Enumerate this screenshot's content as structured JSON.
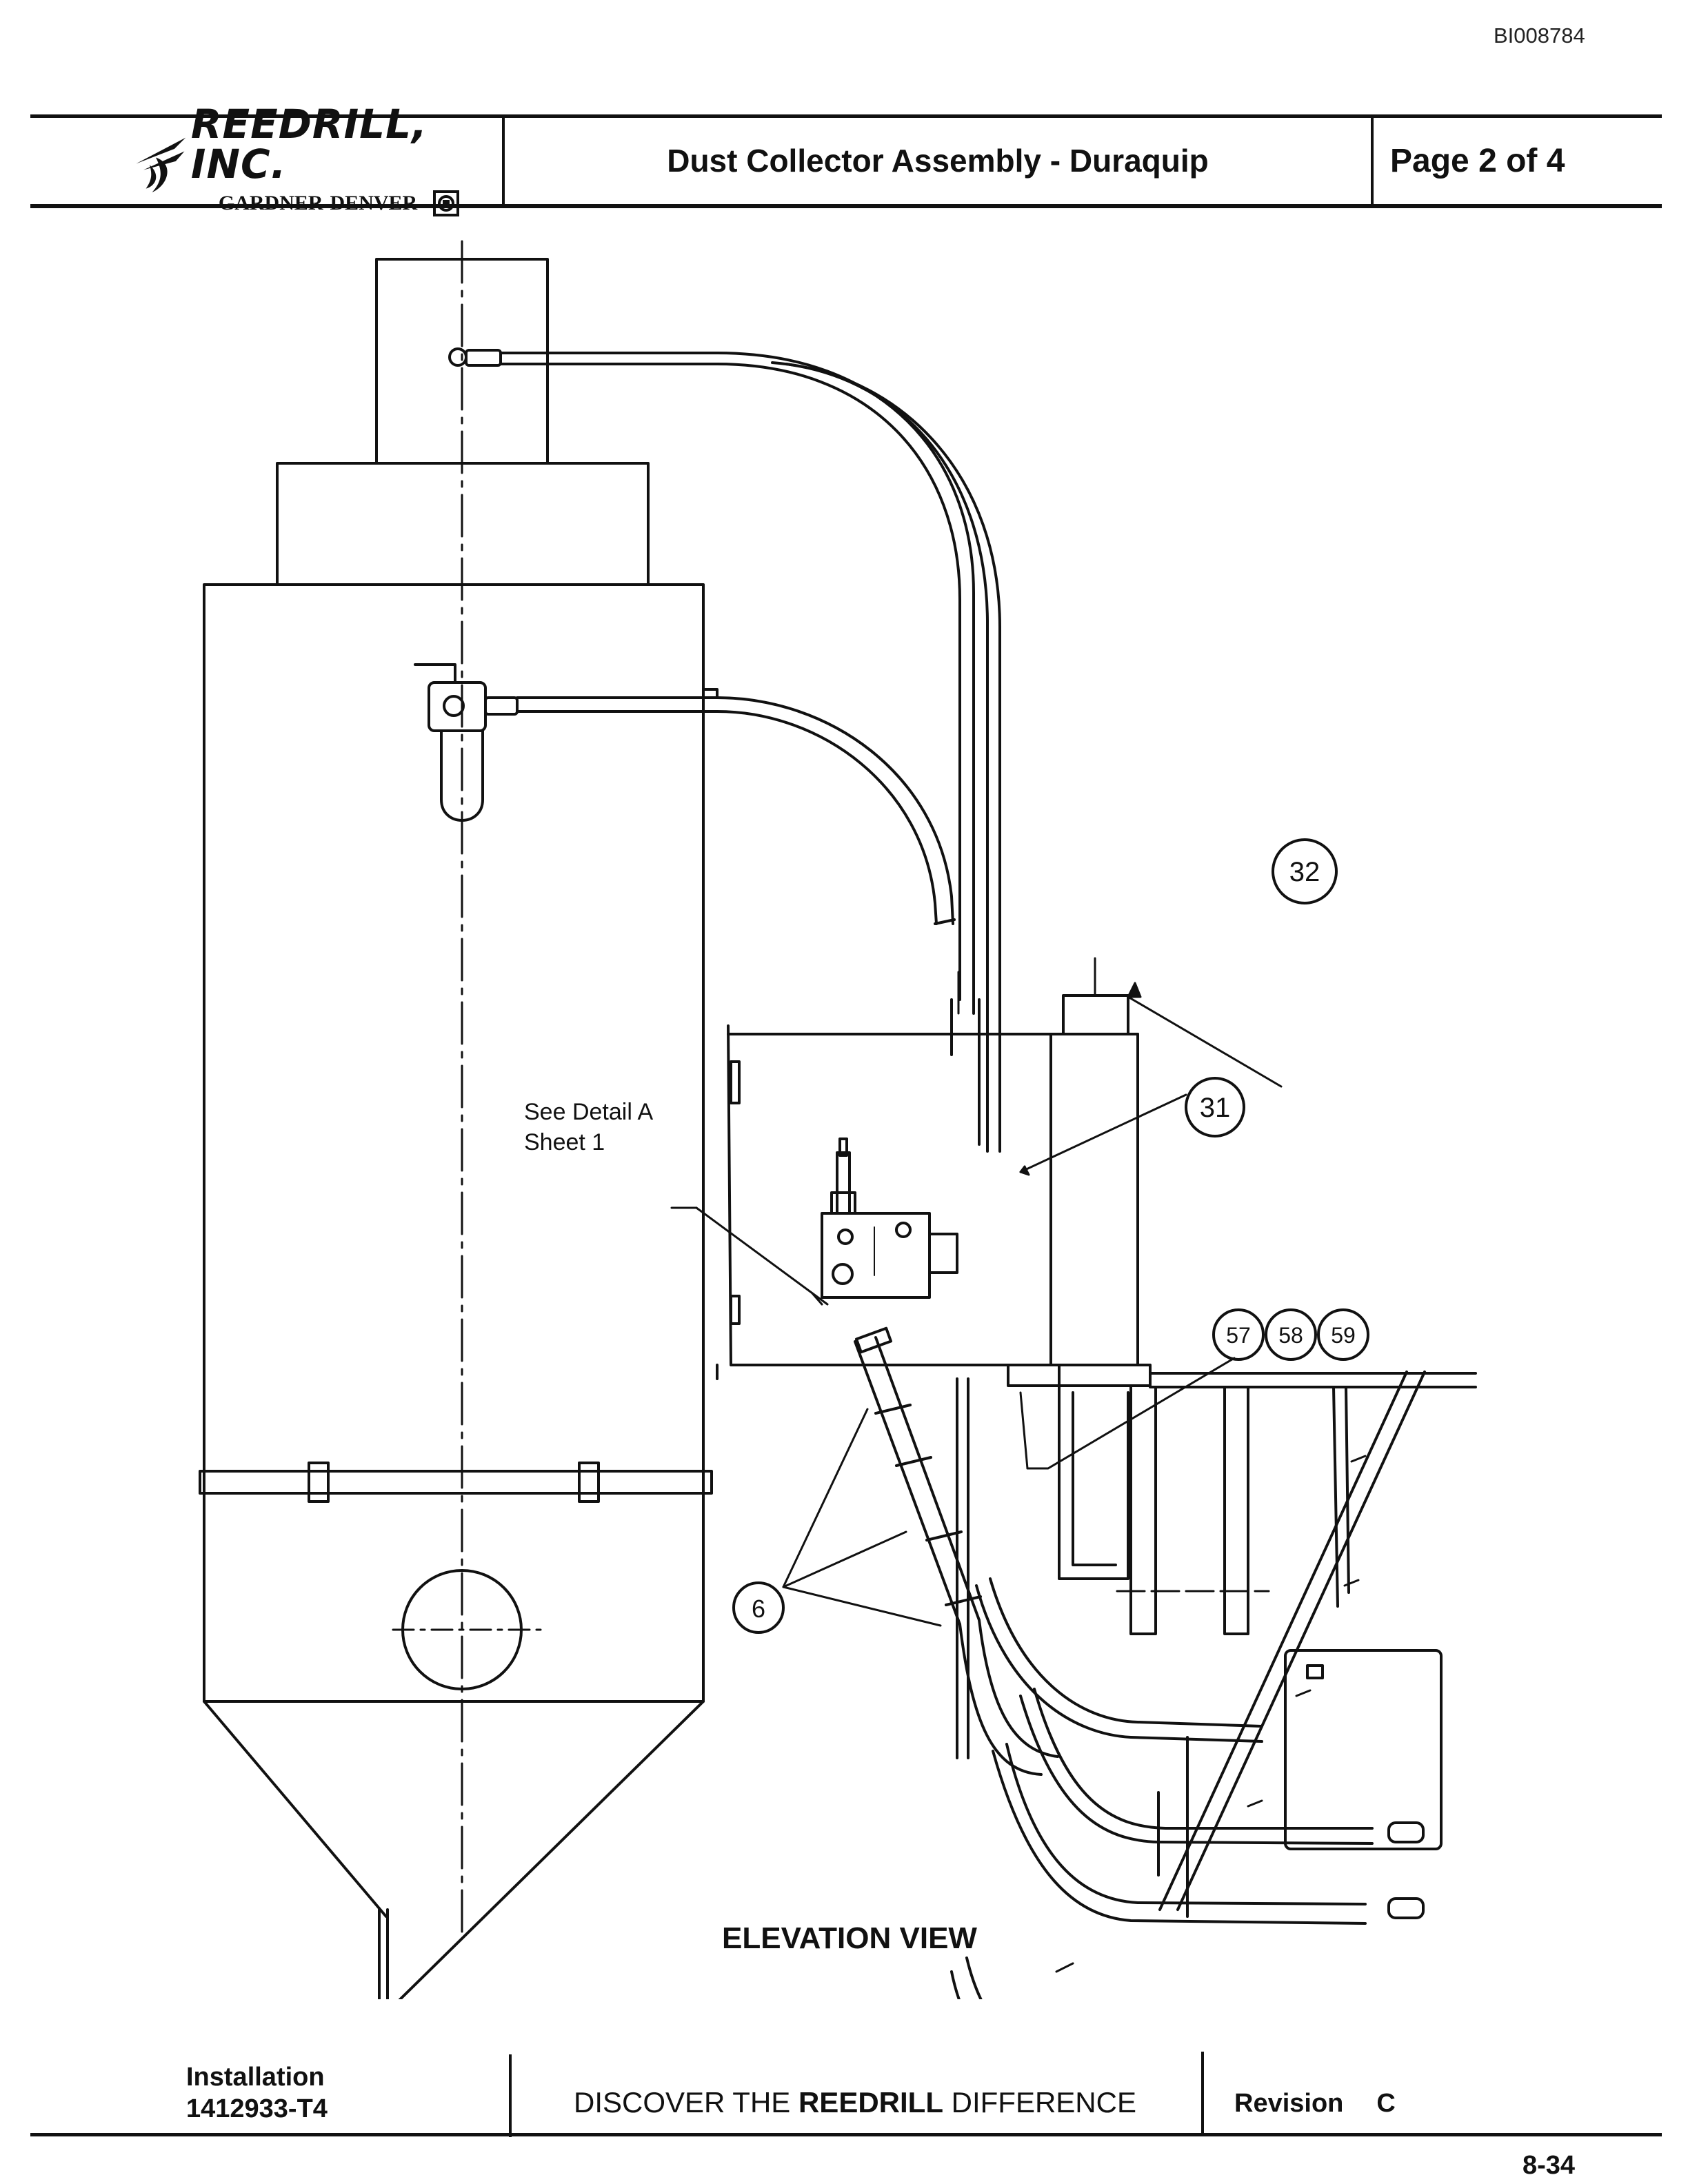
{
  "document_id": "BI008784",
  "header": {
    "company_name": "REEDRILL, INC.",
    "company_sub": "GARDNER-DENVER",
    "title": "Dust Collector Assembly - Duraquip",
    "page_info": "Page 2 of 4"
  },
  "diagram": {
    "view_title": "ELEVATION VIEW",
    "detail_note_line1": "See Detail A",
    "detail_note_line2": "Sheet 1",
    "callouts": [
      "32",
      "31",
      "57",
      "58",
      "59",
      "6"
    ]
  },
  "footer": {
    "category": "Installation",
    "part_number": "1412933-T4",
    "slogan_prefix": "DISCOVER THE ",
    "slogan_brand": "REEDRILL",
    "slogan_suffix": " DIFFERENCE",
    "revision_label": "Revision",
    "revision_value": "C",
    "page_number": "8-34"
  }
}
